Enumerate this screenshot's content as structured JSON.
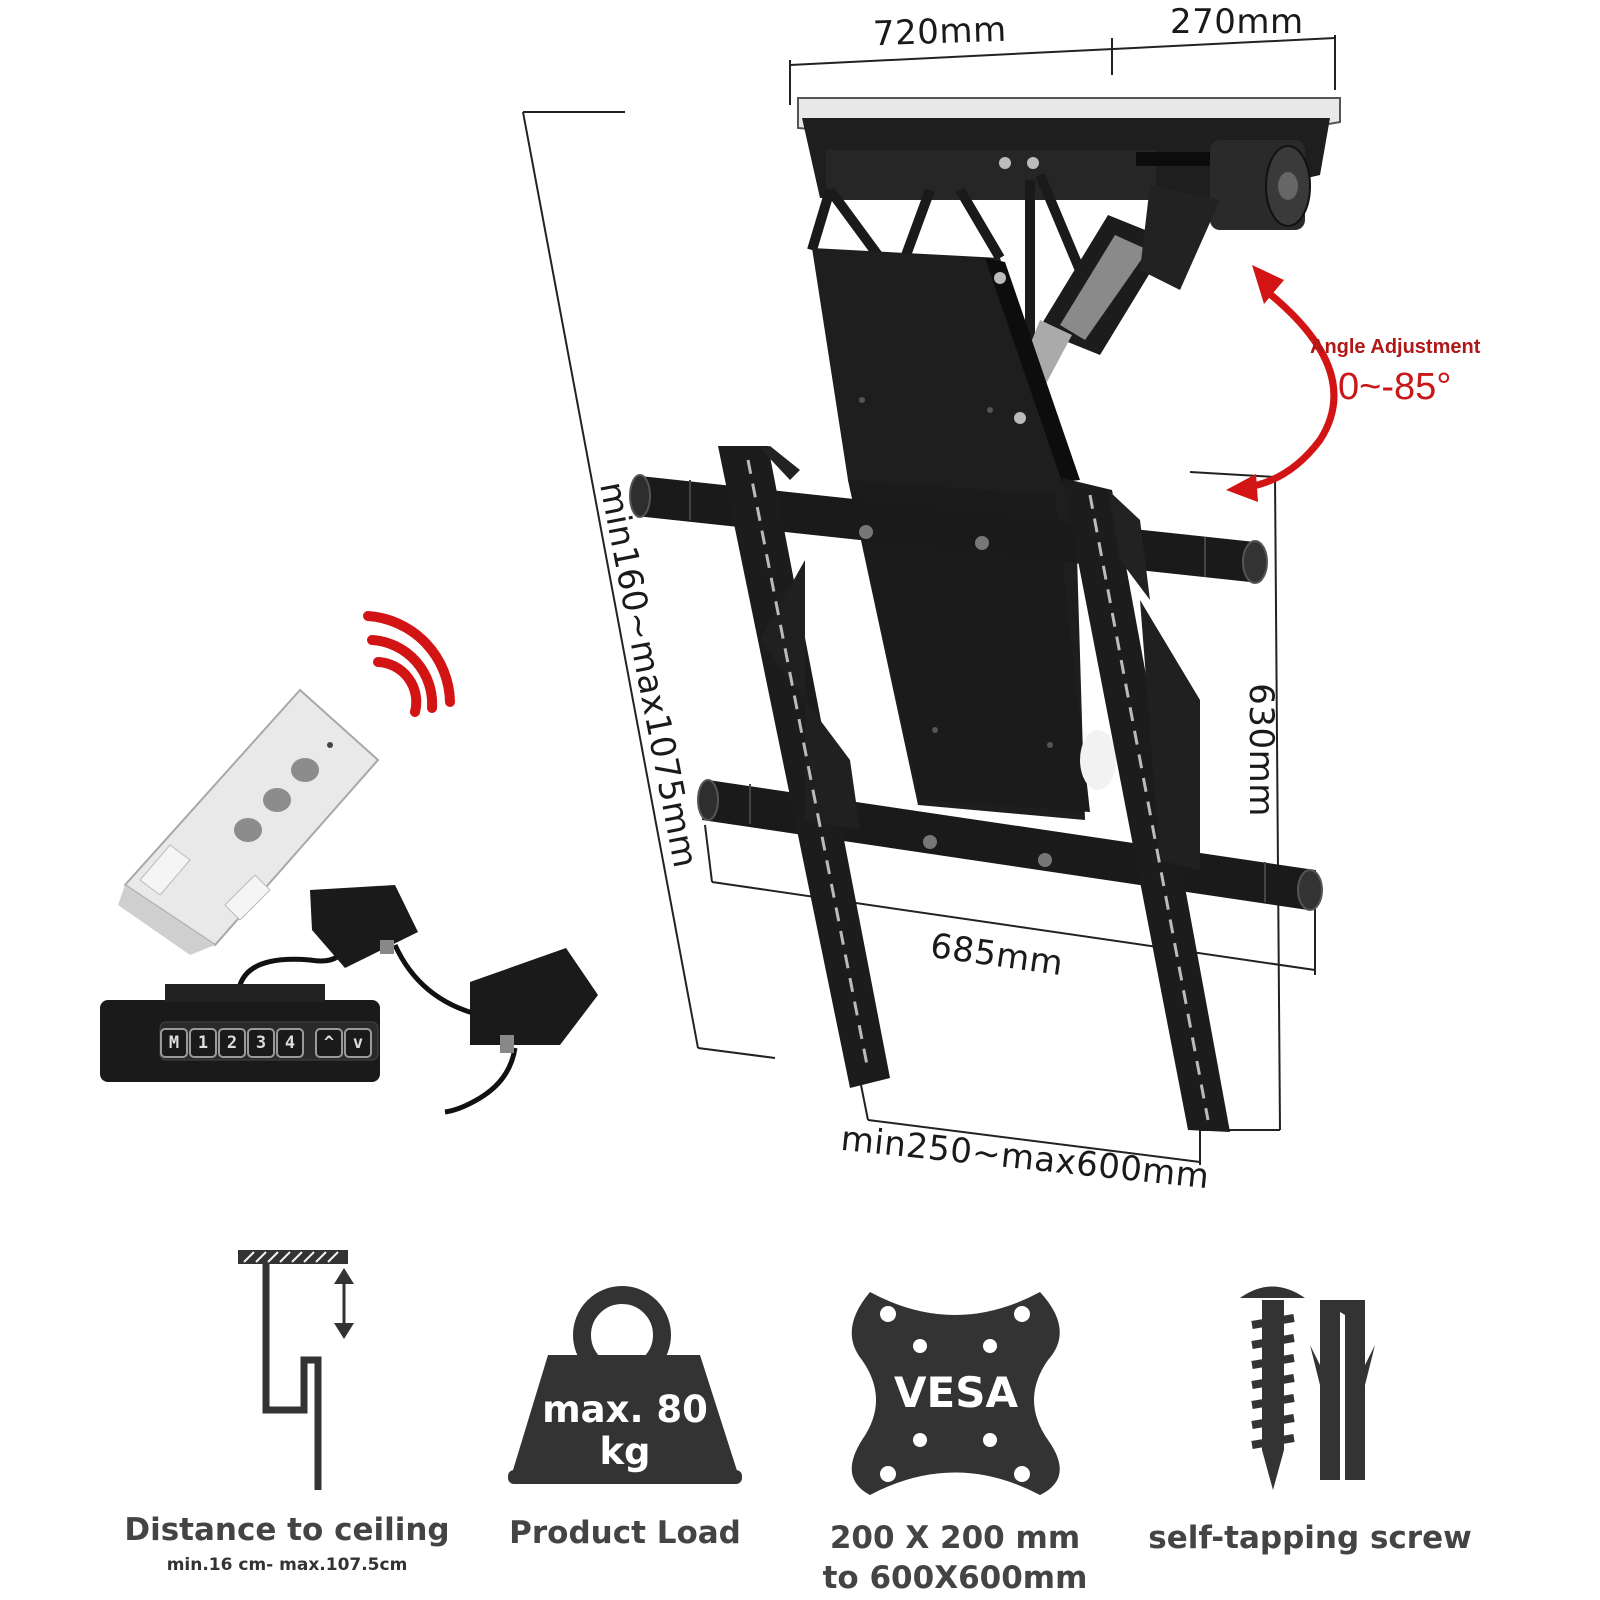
{
  "dimensions": {
    "top_width": "720mm",
    "top_depth": "270mm",
    "height_range": "min160~max1075mm",
    "bracket_height": "630mm",
    "bracket_width": "685mm",
    "bracket_spacing": "min250~max600mm"
  },
  "angle": {
    "title": "Angle Adjustment",
    "value": "0~-85°"
  },
  "control_box": {
    "keys": [
      "M",
      "1",
      "2",
      "3",
      "4",
      "^",
      "v"
    ]
  },
  "features": [
    {
      "icon": "ceiling-distance-icon",
      "label": "Distance to ceiling",
      "sublabel": "min.16 cm- max.107.5cm"
    },
    {
      "icon": "weight-icon",
      "label": "Product Load",
      "icon_text_1": "max. 80",
      "icon_text_2": "kg"
    },
    {
      "icon": "vesa-plate-icon",
      "label_line1": "200 X 200 mm",
      "label_line2": "to 600X600mm",
      "icon_text": "VESA"
    },
    {
      "icon": "screw-anchor-icon",
      "label": "self-tapping screw"
    }
  ],
  "colors": {
    "mount_black": "#1c1c1c",
    "accent_red": "#d21414",
    "remote_white": "#eeeeee",
    "icon_gray": "#333333"
  }
}
